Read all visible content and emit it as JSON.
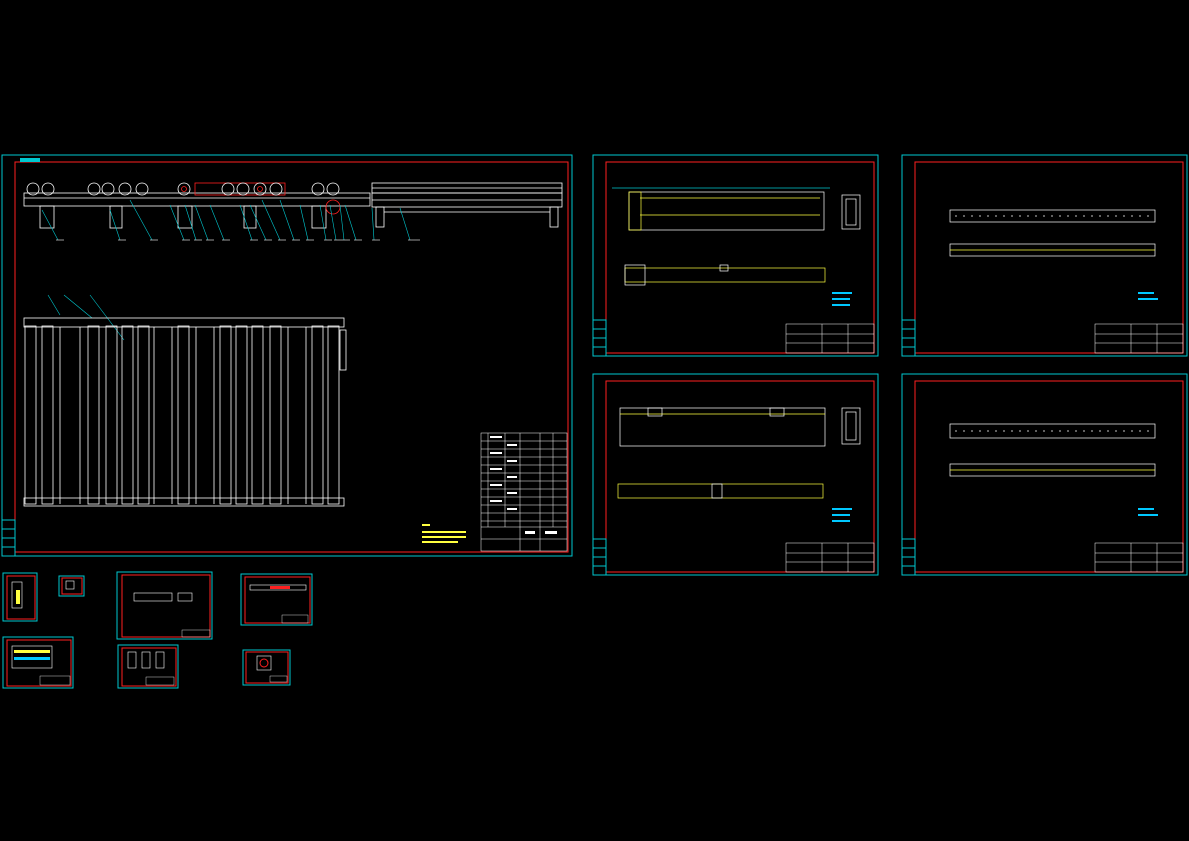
{
  "viewport": {
    "background": "#000000"
  },
  "colors": {
    "frame": "#00c8d0",
    "border": "#ff2020",
    "geometry": "#ffffff",
    "leader": "#00c8d0",
    "highlight": "#ffff40",
    "note": "#00c8ff"
  },
  "sheets": [
    {
      "id": "main-assembly",
      "kind": "assembly-two-views"
    },
    {
      "id": "part-1",
      "kind": "beam-with-sections"
    },
    {
      "id": "part-2",
      "kind": "long-bar-two-views"
    },
    {
      "id": "part-3",
      "kind": "beam-with-sections"
    },
    {
      "id": "part-4",
      "kind": "long-bar-two-views"
    },
    {
      "id": "thumb-1",
      "kind": "thumbnail"
    },
    {
      "id": "thumb-2",
      "kind": "thumbnail"
    },
    {
      "id": "thumb-3",
      "kind": "thumbnail"
    },
    {
      "id": "thumb-4",
      "kind": "thumbnail"
    },
    {
      "id": "thumb-5",
      "kind": "thumbnail"
    },
    {
      "id": "thumb-6",
      "kind": "thumbnail"
    },
    {
      "id": "thumb-7",
      "kind": "thumbnail"
    }
  ]
}
